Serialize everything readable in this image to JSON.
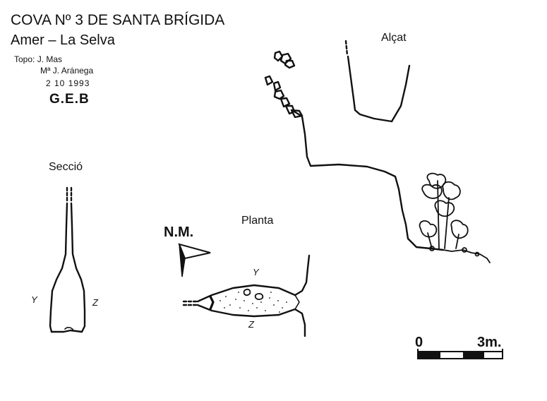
{
  "header": {
    "title": "COVA  Nº 3  DE SANTA BRÍGIDA",
    "subtitle": "Amer  –  La Selva",
    "topo_line1": "Topo: J. Mas",
    "topo_line2": "Mª J. Aránega",
    "date": "2  10  1993",
    "group": "G.E.B"
  },
  "views": {
    "elevation_label": "Alçat",
    "section_label": "Secció",
    "plan_label": "Planta"
  },
  "north": {
    "label": "N.M."
  },
  "section_marks": {
    "y": "Y",
    "z": "Z"
  },
  "plan_marks": {
    "y": "Y",
    "z": "Z"
  },
  "scale_bar": {
    "start": "0",
    "end": "3m."
  },
  "colors": {
    "ink": "#111111",
    "paper": "#ffffff"
  }
}
